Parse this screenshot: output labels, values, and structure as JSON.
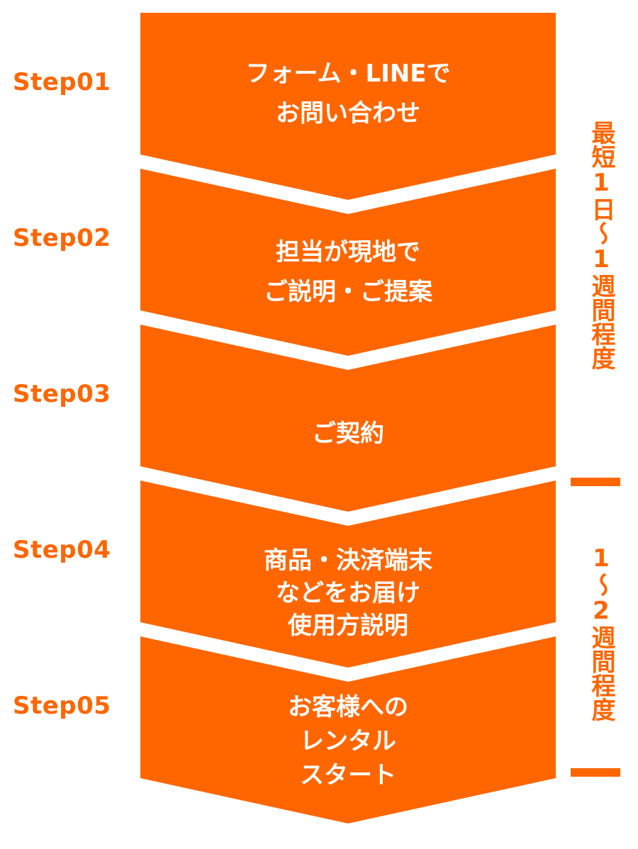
{
  "colors": {
    "accent": "#ff6600",
    "text_on_accent": "#ffffff",
    "background": "#ffffff"
  },
  "steps": [
    {
      "label": "Step01",
      "lines": [
        "フォーム・LINEで",
        "お問い合わせ"
      ]
    },
    {
      "label": "Step02",
      "lines": [
        "担当が現地で",
        "ご説明・ご提案"
      ]
    },
    {
      "label": "Step03",
      "lines": [
        "ご契約"
      ]
    },
    {
      "label": "Step04",
      "lines": [
        "商品・決済端末",
        "などをお届け",
        "使用方説明"
      ]
    },
    {
      "label": "Step05",
      "lines": [
        "お客様への",
        "レンタル",
        "スタート"
      ]
    }
  ],
  "durations": [
    {
      "text": "最短1日〜1週間程度"
    },
    {
      "text": "1〜2週間程度"
    }
  ]
}
